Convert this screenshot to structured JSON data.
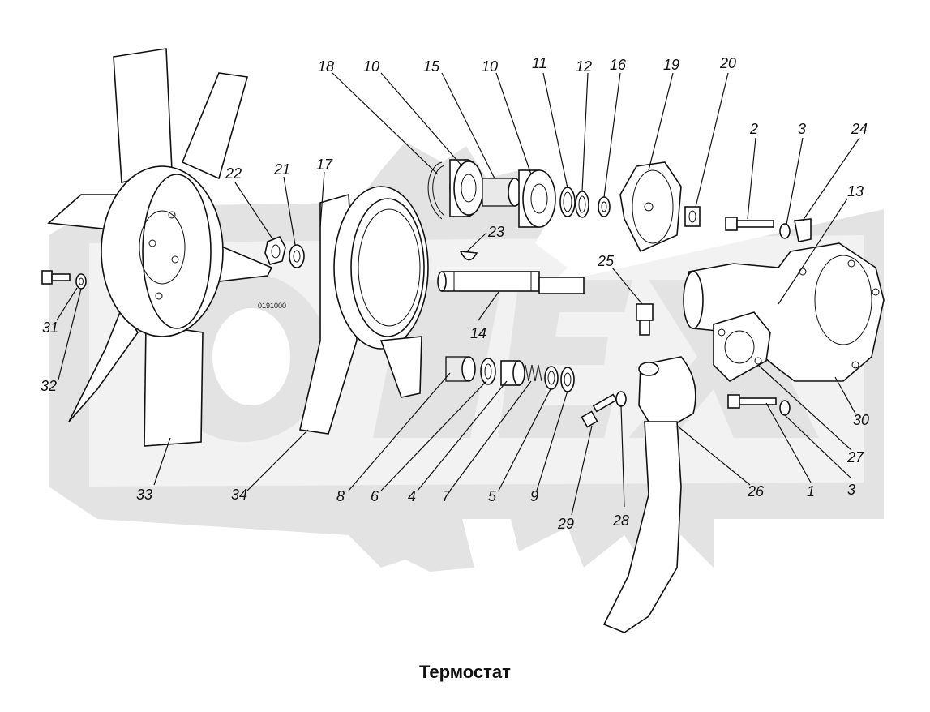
{
  "caption": "Термостат",
  "stamp_text": "0191000",
  "watermark": {
    "logo": "gear-logo",
    "color": "#e3e3e3"
  },
  "callouts": [
    "18",
    "10",
    "15",
    "10",
    "11",
    "12",
    "16",
    "19",
    "20",
    "2",
    "3",
    "24",
    "13",
    "22",
    "21",
    "17",
    "23",
    "25",
    "14",
    "31",
    "32",
    "33",
    "34",
    "8",
    "6",
    "4",
    "7",
    "5",
    "9",
    "29",
    "28",
    "26",
    "1",
    "3",
    "30",
    "27"
  ]
}
